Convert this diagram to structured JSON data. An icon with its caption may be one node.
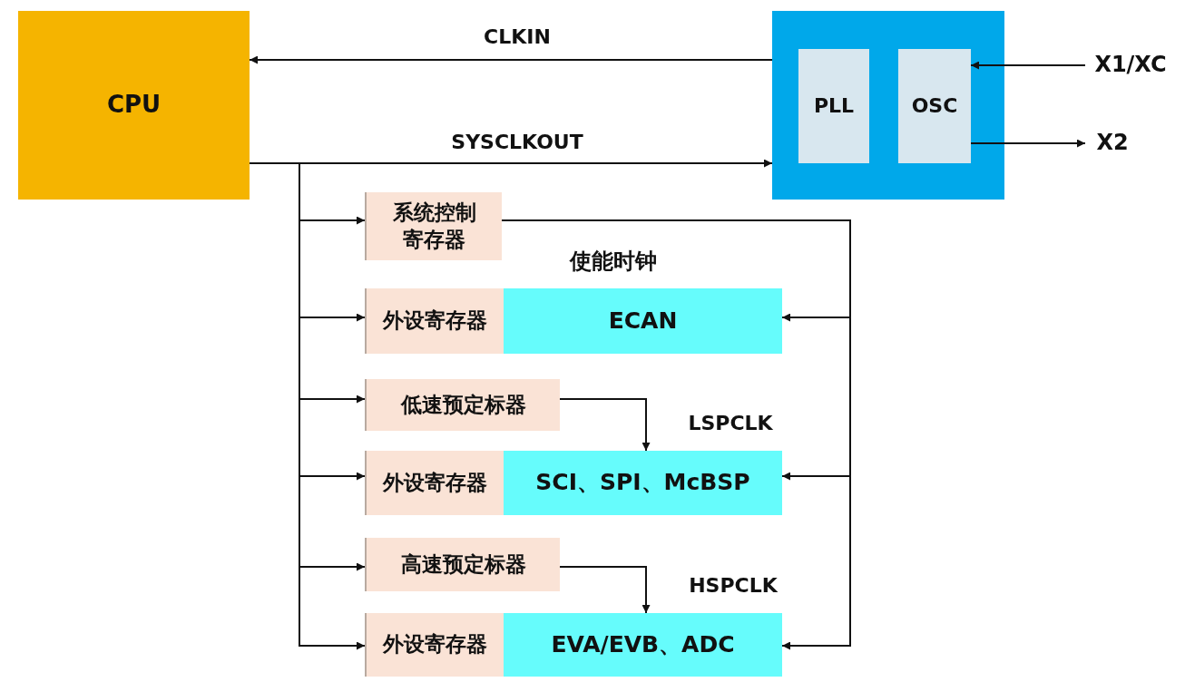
{
  "diagram": {
    "nodes": [
      {
        "text": [
          "CPU"
        ]
      },
      {
        "text": [],
        "shape": "box"
      },
      {
        "text": [
          "PLL"
        ],
        "in": 1
      },
      {
        "text": [
          "OSC"
        ],
        "in": 1
      },
      {
        "text": [
          "X1/XC"
        ]
      },
      {
        "text": [
          "X2"
        ]
      },
      {
        "text": [
          "系统控制寄存器"
        ]
      },
      {
        "text": [
          "外设寄存器"
        ]
      },
      {
        "text": [
          "ECAN"
        ]
      },
      {
        "text": [
          "低速预定标器"
        ]
      },
      {
        "text": [
          "外设寄存器"
        ]
      },
      {
        "text": [
          "SCI、SPI、McBSP"
        ]
      },
      {
        "text": [
          "高速预定标器"
        ]
      },
      {
        "text": [
          "外设寄存器"
        ]
      },
      {
        "text": [
          "EVA/EVB、ADC"
        ]
      }
    ],
    "edges": [
      {
        "from": 1,
        "to": 0,
        "arrow": "to",
        "label": "CLKIN"
      },
      {
        "from": 0,
        "to": 1,
        "arrow": "to",
        "label": "SYSCLKOUT"
      },
      {
        "from": 4,
        "to": 3,
        "arrow": "to"
      },
      {
        "from": 3,
        "to": 5,
        "arrow": "to"
      },
      {
        "from": 0,
        "to": 6,
        "arrow": "to"
      },
      {
        "from": 0,
        "to": 7,
        "arrow": "to"
      },
      {
        "from": 0,
        "to": 9,
        "arrow": "to"
      },
      {
        "from": 0,
        "to": 10,
        "arrow": "to"
      },
      {
        "from": 0,
        "to": 12,
        "arrow": "to"
      },
      {
        "from": 0,
        "to": 13,
        "arrow": "to"
      },
      {
        "from": 6,
        "to": 8,
        "arrow": "to"
      },
      {
        "from": 6,
        "to": 11,
        "arrow": "to"
      },
      {
        "from": 6,
        "to": 14,
        "arrow": "to"
      },
      {
        "from": 9,
        "to": 11,
        "arrow": "to",
        "label": "LSPCLK"
      },
      {
        "from": 12,
        "to": 14,
        "arrow": "to",
        "label": "HSPCLK"
      }
    ],
    "labels": [
      "使能时钟"
    ]
  }
}
